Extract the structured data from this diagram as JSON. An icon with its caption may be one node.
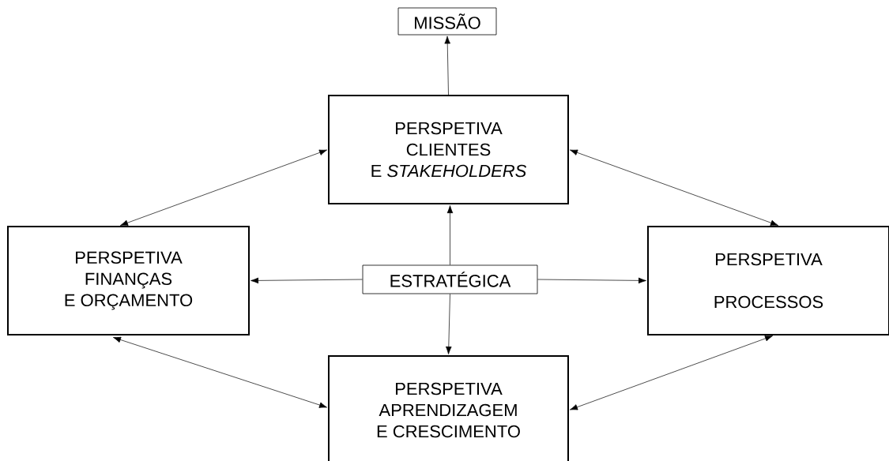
{
  "diagram": {
    "nodes": [
      {
        "text": [
          "MISSÃO"
        ]
      },
      {
        "text": [
          "PERSPETIVA CLIENTES E *STAKEHOLDERS*"
        ]
      },
      {
        "text": [
          "PERSPETIVA FINANÇAS E ORÇAMENTO"
        ]
      },
      {
        "text": [
          "ESTRATÉGICA"
        ]
      },
      {
        "text": [
          "PERSPETIVA",
          "PROCESSOS"
        ]
      },
      {
        "text": [
          "PERSPETIVA APRENDIZAGEM E CRESCIMENTO"
        ]
      }
    ],
    "edges": [
      {
        "from": 1,
        "to": 0,
        "arrow": "to"
      },
      {
        "from": 3,
        "to": 1,
        "arrow": "to"
      },
      {
        "from": 3,
        "to": 2,
        "arrow": "to"
      },
      {
        "from": 3,
        "to": 4,
        "arrow": "to"
      },
      {
        "from": 3,
        "to": 5,
        "arrow": "to"
      },
      {
        "from": 2,
        "to": 1,
        "arrow": "both"
      },
      {
        "from": 1,
        "to": 4,
        "arrow": "both"
      },
      {
        "from": 2,
        "to": 5,
        "arrow": "both"
      },
      {
        "from": 4,
        "to": 5,
        "arrow": "both"
      }
    ]
  }
}
